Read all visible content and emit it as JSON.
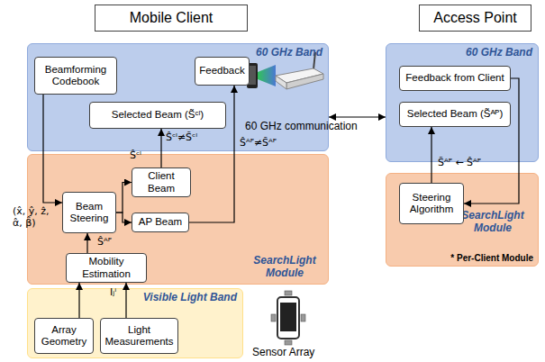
{
  "diagram": {
    "nodes": [
      {
        "text": [
          "Mobile Client"
        ]
      },
      {
        "text": [
          "Access Point"
        ]
      },
      {
        "text": [
          "60 GHz Band"
        ]
      },
      {
        "text": [
          "Beamforming Codebook"
        ],
        "in": 2
      },
      {
        "text": [
          "Feedback"
        ],
        "in": 2
      },
      {
        "text": [
          "Selected Beam (S̃ᶜˡ)"
        ],
        "in": 2
      },
      {
        "text": [
          "60 GHz Band"
        ]
      },
      {
        "text": [
          "Feedback from Client"
        ],
        "in": 6
      },
      {
        "text": [
          "Selected Beam (S̃ᴬᴾ)"
        ],
        "in": 6
      },
      {
        "text": [
          "SearchLight Module"
        ]
      },
      {
        "text": [
          "Beam Steering"
        ],
        "in": 9
      },
      {
        "text": [
          "Client Beam"
        ],
        "in": 9
      },
      {
        "text": [
          "AP Beam"
        ],
        "in": 9
      },
      {
        "text": [
          "Mobility Estimation"
        ],
        "in": 9
      },
      {
        "text": [
          "SearchLight Module",
          "* Per-Client Module"
        ]
      },
      {
        "text": [
          "Steering Algorithm"
        ],
        "in": 14
      },
      {
        "text": [
          "Visible Light Band"
        ]
      },
      {
        "text": [
          "Array Geometry"
        ],
        "in": 16
      },
      {
        "text": [
          "Light Measurements"
        ],
        "in": 16
      }
    ],
    "edges": [
      {
        "from": 3,
        "to": 10,
        "arrow": "to"
      },
      {
        "from": 13,
        "to": 10,
        "arrow": "to"
      },
      {
        "from": 17,
        "to": 13,
        "arrow": "to"
      },
      {
        "from": 18,
        "to": 13,
        "arrow": "to"
      },
      {
        "from": 10,
        "to": 11,
        "arrow": "to"
      },
      {
        "from": 10,
        "to": 12,
        "arrow": "to"
      },
      {
        "from": 11,
        "to": 5,
        "arrow": "to"
      },
      {
        "from": 12,
        "to": 4,
        "arrow": "to"
      },
      {
        "from": 2,
        "to": 6,
        "label": "60 GHz communication",
        "arrow": "both"
      },
      {
        "from": 7,
        "to": 15,
        "arrow": "to"
      },
      {
        "from": 15,
        "to": 8,
        "arrow": "to"
      }
    ],
    "labels": [
      "(x̂, ŷ, ẑ, α̂, β̂)",
      "Ŝᶜˡ",
      "Ŝᶜˡ≠S̃ᶜˡ",
      "Ŝᴬᴾ",
      "Ŝᴬᴾ≠S̃ᴬᴾ",
      "Iⱼⁱ",
      "S̃ᴬᴾ ← Ŝᴬᴾ",
      "Sensor Array"
    ]
  }
}
